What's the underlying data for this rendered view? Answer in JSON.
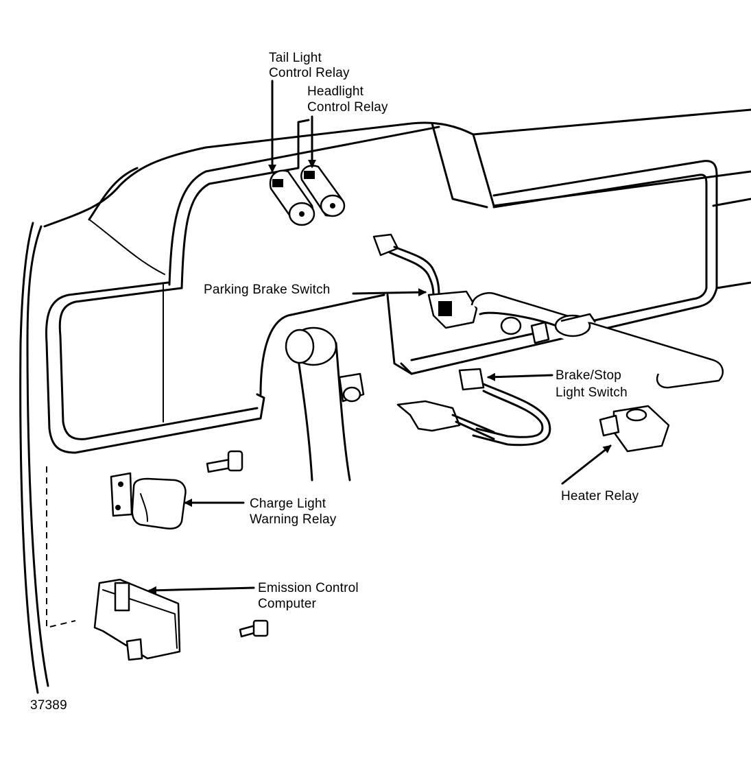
{
  "labels": {
    "tail_light_line1": "Tail Light",
    "tail_light_line2": "Control Relay",
    "headlight_line1": "Headlight",
    "headlight_line2": "Control Relay",
    "parking_brake": "Parking Brake Switch",
    "brake_stop_line1": "Brake/Stop",
    "brake_stop_line2": "Light Switch",
    "heater_relay": "Heater Relay",
    "charge_light_line1": "Charge Light",
    "charge_light_line2": "Warning Relay",
    "emission_line1": "Emission Control",
    "emission_line2": "Computer",
    "figure_number": "37389"
  }
}
